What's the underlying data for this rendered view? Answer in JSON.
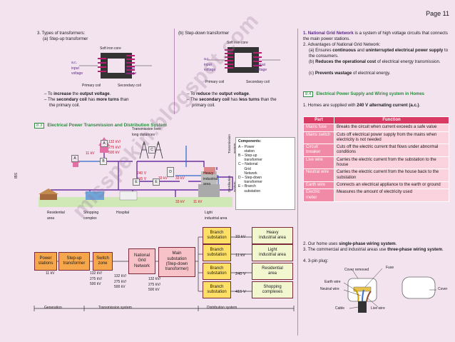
{
  "page_label": "Page 11",
  "side_tab": "IBS",
  "col1": {
    "item3": "3.  Types of transformers:",
    "item3a": "(a)  Step-up transformer",
    "soft_iron": "Soft iron core",
    "ac_input": "a.c.\ninput\nvoltage",
    "ac_output": "a.c.\noutput\nvoltage",
    "primary": "Primary coil",
    "secondary": "Secondary coil",
    "up_note1_pre": "–  To ",
    "up_note1_b": "increase",
    "up_note1_mid": " the ",
    "up_note1_b2": "output voltage",
    "up_note2_pre": "–  The ",
    "up_note2_b": "secondary coil",
    "up_note2_mid": " has ",
    "up_note2_b2": "more turns",
    "up_note2_post": " than",
    "up_note2_line2": "the primary coil."
  },
  "col2": {
    "item3b": "(b)    Step-down transformer",
    "soft_iron": "Soft iron core",
    "ac_input": "a.c.\ninput\nvoltage",
    "ac_output": "a.c.\noutput\nvoltage",
    "primary": "Primary coil",
    "secondary": "Secondary coil",
    "down_note1_pre": "–  To ",
    "down_note1_b": "reduce",
    "down_note1_mid": " the ",
    "down_note1_b2": "output voltage",
    "down_note2_pre": "–  The ",
    "down_note2_b": "secondary coil",
    "down_note2_mid": " has ",
    "down_note2_b2": "less turns",
    "down_note2_post": " than the",
    "down_note2_line2": "primary coil."
  },
  "section83": {
    "num": "8.3",
    "title": "Electrical Power Transmission and Distribution System"
  },
  "network": {
    "trans_over": "Transmission over\nlong distances",
    "v132a": "132 kV/\n275 kV/\n500 kV",
    "kv11": "11 kV",
    "kv240": "240 V\n415 V",
    "kv33a": "33 kV",
    "kv33b": "33 kV",
    "kv33c": "33 kV",
    "kv11b": "11 kV",
    "heavy": "Heavy\nindustrial\narea",
    "light": "Light\nindustrial area",
    "trans_sys": "Transmission\nsystem",
    "dist_sys": "Distribution\nsystem",
    "residential": "Residential\narea",
    "shopping": "Shopping\ncomplex",
    "hospital": "Hospital",
    "components_title": "Components:",
    "components": "A – Power\n      station\nB – Step-up\n      transformer\nC – National\n      Grid\n      Network\nD – Step-down\n      transformer\nE – Branch\n      substation",
    "labels": [
      "A",
      "A",
      "B",
      "C",
      "D",
      "E",
      "E"
    ]
  },
  "flow": {
    "power": "Power\nstations",
    "stepup": "Step-up\ntransformer",
    "switch": "Switch\nzone",
    "national": "National\nGrid\nNetwork",
    "main": "Main\nsubstation\n(Step-down\ntransformer)",
    "branch": "Branch\nsubstation",
    "v11": "11 kV",
    "v132_1": "132 kV/\n275 kV/\n500 kV",
    "v132_2": "132 kV/\n275 kV/\n500 kV",
    "v132_3": "132 kV/\n275 kV/\n500 kV",
    "out_v": [
      "33 kV",
      "11 kV",
      "240 V",
      "415 V"
    ],
    "out_area": [
      "Heavy\nindustrial area",
      "Light\nindustrial area",
      "Residential\narea",
      "Shopping\ncomplexes"
    ],
    "gen": "Generation",
    "trans": "Transmission system",
    "dist": "Distribution system"
  },
  "col3": {
    "p1_b": "1.  National Grid Network",
    "p1": " is a system of high voltage circuits that connects the main power stations.",
    "p2": "2.  Advantages of National Grid Network:",
    "p2a_pre": "(a)  Ensures ",
    "p2a_b": "continuous",
    "p2a_mid": " and ",
    "p2a_b2": "uninterrupted electrical power supply",
    "p2a_post": " to the consumers.",
    "p2b_pre": "(b)  ",
    "p2b_b": "Reduces the operational cost",
    "p2b_post": " of electrical energy transmission.",
    "p2c_pre": "(c)  ",
    "p2c_b": "Prevents wastage",
    "p2c_post": " of electrical energy.",
    "sec84_num": "8.4",
    "sec84_title": "Electrical Power Supply and Wiring system in Homes",
    "q1_pre": "1.  Homes are supplied with ",
    "q1_b": "240 V alternating current (a.c.)",
    "q1_post": ".",
    "table_head": [
      "Part",
      "Function"
    ],
    "table_rows": [
      [
        "Mains fuse",
        "Breaks the circuit when current exceeds a safe value"
      ],
      [
        "Mains switch",
        "Cuts off electrical power supply from the mains when electricity is not needed"
      ],
      [
        "Circuit breaker",
        "Cuts off the electric current that flows under abnormal conditions"
      ],
      [
        "Live wire",
        "Carries the electric current from the substation to the house"
      ],
      [
        "Neutral wire",
        "Carries the electric current from the house back to the substation"
      ],
      [
        "Earth wire",
        "Connects an electrical appliance to the earth or ground"
      ],
      [
        "Electric meter",
        "Measures the amount of electricity used"
      ]
    ],
    "q2_pre": "2.  Our home uses ",
    "q2_b": "single-phase wiring system",
    "q2_post": ".",
    "q3_pre": "3.  The commercial and industrial areas use ",
    "q3_b": "three-phase wiring system",
    "q3_post": ".",
    "q4": "4.  3-pin plug:",
    "plug": {
      "cover_removed": "Cover removed",
      "fuse": "Fuse",
      "earth": "Earth wire",
      "neutral": "Neutral wire",
      "cover": "Cover",
      "cable": "Cable",
      "live": "Live wire"
    }
  },
  "watermark": "misspekin.blogspot.com"
}
